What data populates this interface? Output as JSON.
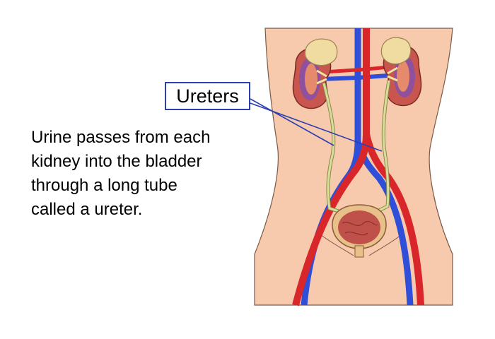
{
  "diagram": {
    "label": "Ureters",
    "caption_lines": [
      "Urine passes from each",
      "kidney into the bladder",
      "through a long tube",
      "called a ureter."
    ]
  },
  "colors": {
    "skin": "#f7c9ad",
    "skin_outline": "#7a5a48",
    "artery": "#d9262a",
    "vein": "#2f4fd8",
    "ureter": "#d8dd9a",
    "kidney": "#c9564e",
    "bladder": "#c0504a",
    "adrenal": "#f0dca0",
    "label_border": "#2b3fb0"
  }
}
